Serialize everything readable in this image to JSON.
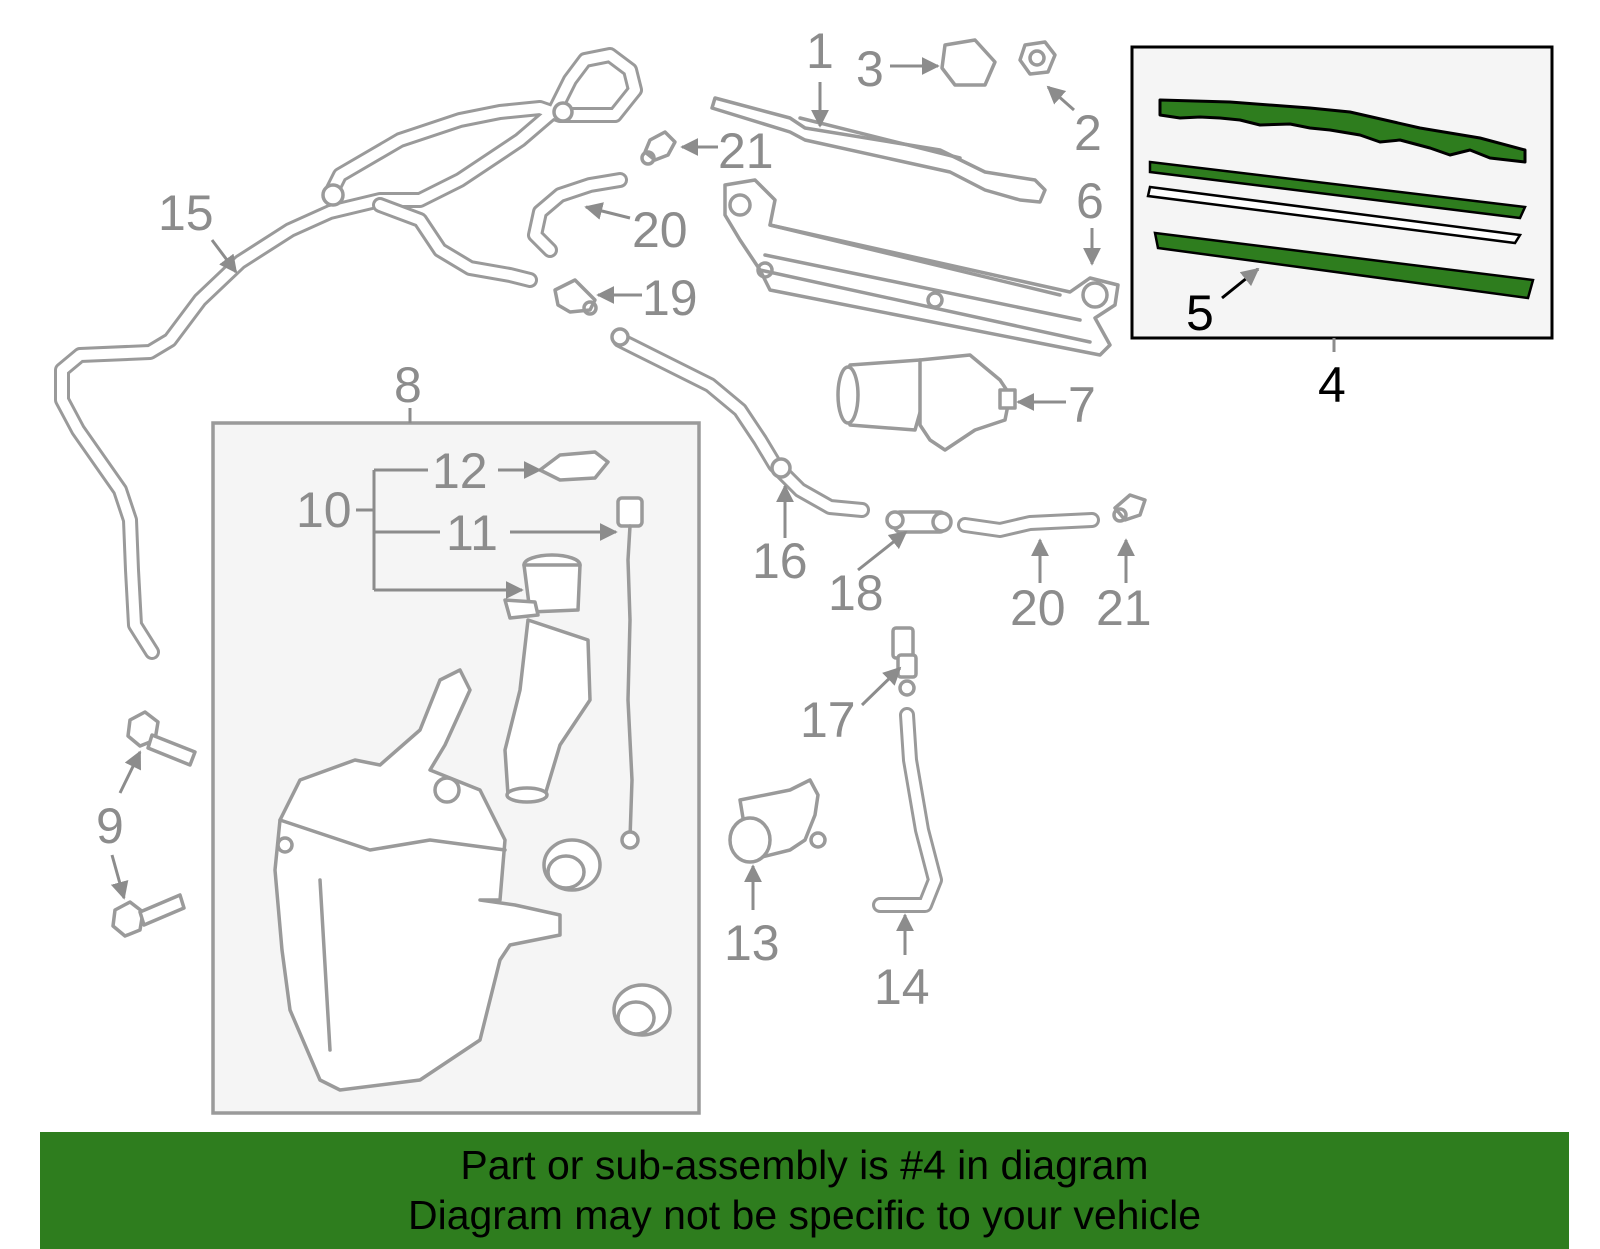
{
  "callouts": {
    "c1": "1",
    "c2": "2",
    "c3": "3",
    "c4": "4",
    "c5": "5",
    "c6": "6",
    "c7": "7",
    "c8": "8",
    "c9": "9",
    "c10": "10",
    "c11": "11",
    "c12": "12",
    "c13": "13",
    "c14": "14",
    "c15": "15",
    "c16": "16",
    "c17": "17",
    "c18": "18",
    "c19": "19",
    "c20a": "20",
    "c20b": "20",
    "c21a": "21",
    "c21b": "21"
  },
  "banner": {
    "line1": "Part or sub-assembly is #4 in diagram",
    "line2": "Diagram may not be specific to your vehicle"
  },
  "colors": {
    "highlight": "#2e7d1e",
    "line_gray": "#9a9a9a",
    "box_fill": "#f5f5f5"
  }
}
